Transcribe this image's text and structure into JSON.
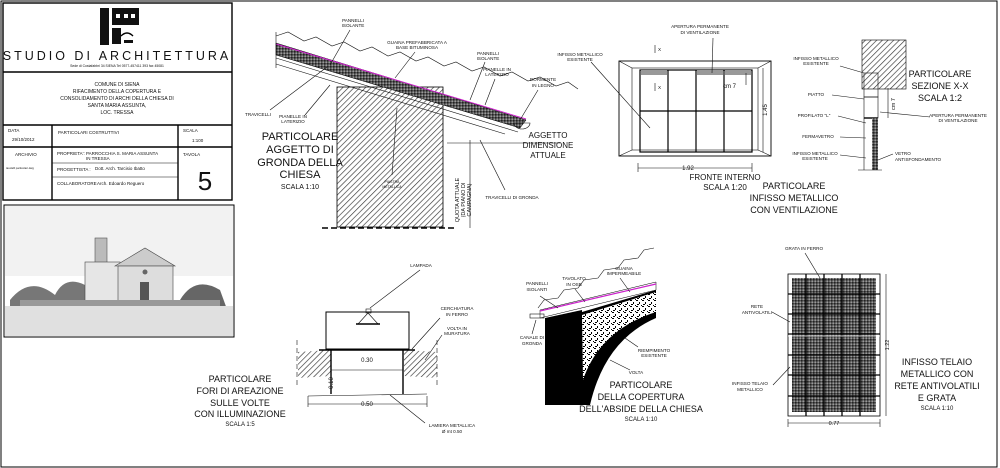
{
  "title_block": {
    "studio": "STUDIO DI ARCHITETTURA",
    "address": "Sede di Costafabbri 34  SIENA   Tel 0577-457411 393   fax 45081",
    "project_lines": [
      "COMUNE DI SIENA",
      "RIFACIMENTO DELLA COPERTURA E",
      "CONSOLIDAMENTO DI ARCHI DELLA CHIESA DI",
      "SANTA MARIA ASSUNTA,",
      "LOC. TRESSA"
    ],
    "data_label": "DATA",
    "data_value": "29/10/2012",
    "subject": "PARTICOLARI COSTRUTTIVI",
    "scala_label": "SCALA",
    "scala_value": "1:100",
    "archivio_label": "ARCHIVIO",
    "archivio_code": "tavola5 particolari.dwg",
    "proprieta_label": "PROPRIETA':",
    "proprieta_value": [
      "PARROCCHIA S. MARIA ASSUNTA",
      "IN TRESSA"
    ],
    "progettista_label": "PROGETTISTA :",
    "progettista_value": "Dott. Arch. Tarcisio Ibatto",
    "collaboratore_label": "COLLABORATORE",
    "collaboratore_value": "Arch. Edoardo Reguero",
    "tavola_label": "TAVOLA",
    "tavola_value": "5"
  },
  "gronda": {
    "labels": {
      "pannelli1": [
        "PANNELLI",
        "ISOLANTE"
      ],
      "guaina": [
        "GUAINA PREFABBRICATA A",
        "BASE BITUMINOSA"
      ],
      "pannelli2": [
        "PANNELLI",
        "ISOLANTE"
      ],
      "pianelle1": [
        "PIANELLE IN",
        "LATERIZIO"
      ],
      "dormente": [
        "DORMENTE",
        "IN LEGNO"
      ],
      "travicelli": "TRAVICELLI",
      "pianelle2": [
        "PIANELLE IN",
        "LATERIZIO"
      ],
      "piastra": [
        "PIASTRA",
        "METALLICA"
      ],
      "quota": [
        "QUOTA ATTUALE",
        "(DA PIANO DI",
        "CAMPAGNA)"
      ],
      "travicelli_gronda": "TRAVICELLI DI GRONDA",
      "aggetto": [
        "AGGETTO",
        "DIMENSIONE",
        "ATTUALE"
      ]
    },
    "title": [
      "PARTICOLARE",
      "AGGETTO DI",
      "GRONDA DELLA",
      "CHIESA"
    ],
    "scale": "SCALA 1:10"
  },
  "infisso": {
    "labels": {
      "apertura": [
        "APERTURA PERMANENTE",
        "DI VENTILAZIONE"
      ],
      "infisso": [
        "INFISSO METALLICO",
        "ESISTENTE"
      ],
      "x_mark": "X",
      "cm7": "cm 7",
      "height": "1.45",
      "width": "1.92"
    },
    "view_title": [
      "FRONTE INTERNO",
      "SCALA 1:20"
    ],
    "title": [
      "PARTICOLARE",
      "INFISSO METALLICO",
      "CON VENTILAZIONE"
    ]
  },
  "sezione": {
    "labels": {
      "infisso_top": [
        "INFISSO METALLICO",
        "ESISTENTE"
      ],
      "piatto": "PIATTO",
      "profilato": "PROFILATO \"L\"",
      "fermavetro": "FERMAVETRO",
      "infisso_bottom": [
        "INFISSO METALLICO",
        "ESISTENTE"
      ],
      "apertura": [
        "APERTURA PERMANENTE",
        "DI VENTILAZIONE"
      ],
      "vetro": [
        "VETRO",
        "ANTISFONDAMENTO"
      ],
      "cm7": "cm 7"
    },
    "title": [
      "PARTICOLARE",
      "SEZIONE X-X",
      "SCALA 1:2"
    ]
  },
  "areazione": {
    "labels": {
      "lampada": "LAMPADA",
      "cerchiatura": [
        "CERCHIATURA",
        "IN FERRO"
      ],
      "volta": [
        "VOLTA IN",
        "MURATURA"
      ],
      "d030": "0.30",
      "d010": "0.10",
      "d050": "0.50",
      "lamiera": [
        "LAMIERA METALLICA",
        "Ø mt 0.50"
      ]
    },
    "title": [
      "PARTICOLARE",
      "FORI DI AREAZIONE",
      "SULLE VOLTE",
      "CON ILLUMINAZIONE"
    ],
    "scale": "SCALA 1:5"
  },
  "abside": {
    "labels": {
      "guaina": [
        "GUAINA",
        "IMPERMEABILE"
      ],
      "tavolato": [
        "TAVOLATO",
        "IN OSB"
      ],
      "pannelli": [
        "PANNELLI",
        "ISOLANTI"
      ],
      "canale": [
        "CANALE DI",
        "GRONDA"
      ],
      "riempimento": [
        "RIEMPIMENTO",
        "ESISTENTE"
      ],
      "volta": "VOLTA"
    },
    "title": [
      "PARTICOLARE",
      "DELLA COPERTURA",
      "DELL'ABSIDE DELLA CHIESA"
    ],
    "scale": "SCALA 1:10"
  },
  "grata": {
    "labels": {
      "grata": "GRATA IN FERRO",
      "rete": [
        "RETE",
        "ANTIVOLATILI"
      ],
      "telaio": [
        "INFISSO TELAIO",
        "METALLICO"
      ],
      "height": "1.22",
      "width": "0.77"
    },
    "title": [
      "INFISSO TELAIO",
      "METALLICO CON",
      "RETE ANTIVOLATILI",
      "E GRATA"
    ],
    "scale": "SCALA 1:10"
  },
  "colors": {
    "membrane": "#cc22cc",
    "ink": "#111111"
  }
}
